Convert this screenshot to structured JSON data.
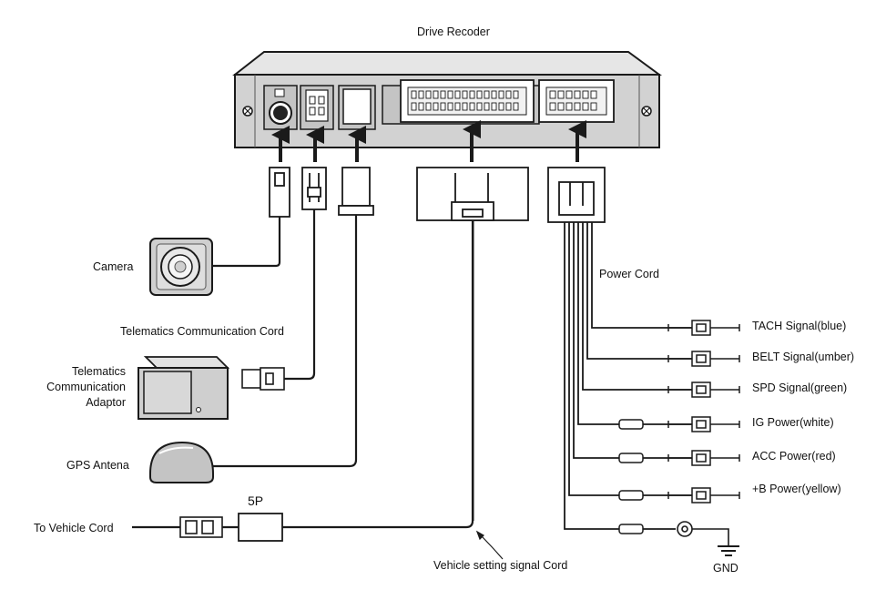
{
  "labels": {
    "drive_recorder": "Drive Recoder",
    "camera": "Camera",
    "telematics_cord": "Telematics Communication Cord",
    "adaptor_line1": "Telematics",
    "adaptor_line2": "Communication",
    "adaptor_line3": "Adaptor",
    "gps_antenna": "GPS Antena",
    "to_vehicle_cord": "To Vehicle Cord",
    "five_p": "5P",
    "vehicle_setting_cord": "Vehicle setting signal Cord",
    "power_cord": "Power Cord",
    "tach_signal": "TACH Signal(blue)",
    "belt_signal": "BELT Signal(umber)",
    "spd_signal": "SPD Signal(green)",
    "ig_power": "IG Power(white)",
    "acc_power": "ACC Power(red)",
    "b_power": "+B Power(yellow)",
    "gnd": "GND"
  },
  "colors": {
    "line": "#1a1a1a",
    "device_fill": "#d0d0d0",
    "device_dark": "#9a9a9a",
    "connector_fill": "#ffffff"
  }
}
